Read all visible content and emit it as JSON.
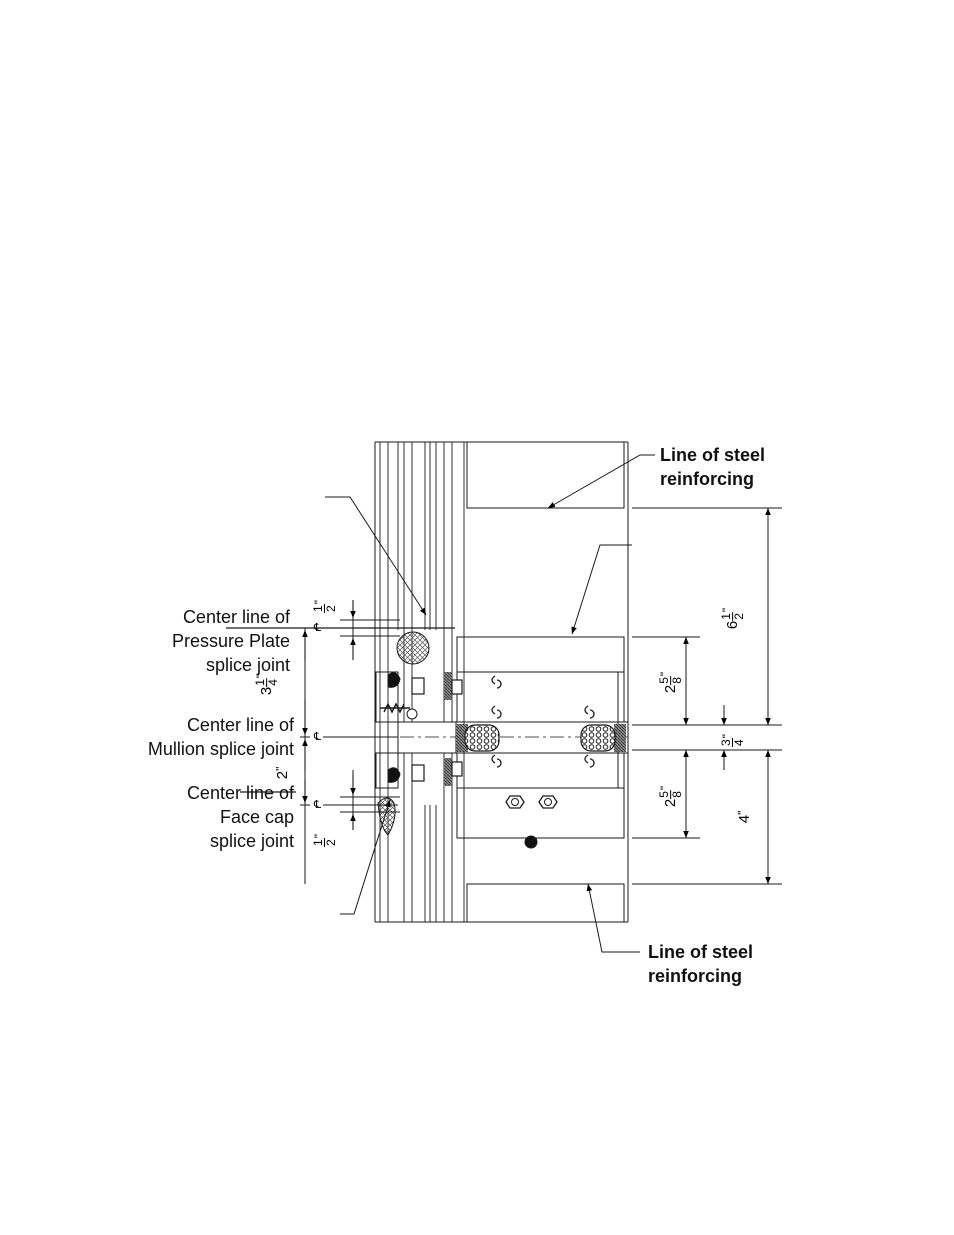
{
  "labels": {
    "top_steel": {
      "line1": "Line of steel",
      "line2": "reinforcing"
    },
    "bottom_steel": {
      "line1": "Line of steel",
      "line2": "reinforcing"
    },
    "pressure_plate": {
      "line1": "Center line of",
      "line2": "Pressure Plate",
      "line3": "splice joint"
    },
    "mullion": {
      "line1": "Center line of",
      "line2": "Mullion splice  joint"
    },
    "face_cap": {
      "line1": "Center line of",
      "line2": "Face cap",
      "line3": "splice joint"
    }
  },
  "centerline_symbol": "℄",
  "dimensions": {
    "top_half": {
      "num": "1",
      "den": "2",
      "unit": "\""
    },
    "three_quarter_left": {
      "whole": "3",
      "num": "1",
      "den": "4",
      "unit": "\""
    },
    "two_left": {
      "whole": "2",
      "unit": "\""
    },
    "bottom_half": {
      "num": "1",
      "den": "2",
      "unit": "\""
    },
    "six_half": {
      "whole": "6",
      "num": "1",
      "den": "2",
      "unit": "\""
    },
    "two_five_eighths_top": {
      "whole": "2",
      "num": "5",
      "den": "8",
      "unit": "\""
    },
    "three_quarter_right": {
      "num": "3",
      "den": "4",
      "unit": "\""
    },
    "two_five_eighths_bottom": {
      "whole": "2",
      "num": "5",
      "den": "8",
      "unit": "\""
    },
    "four_right": {
      "whole": "4",
      "unit": "\""
    }
  },
  "colors": {
    "line": "#1a1a1a",
    "hatch": "#555555",
    "background": "#ffffff"
  }
}
